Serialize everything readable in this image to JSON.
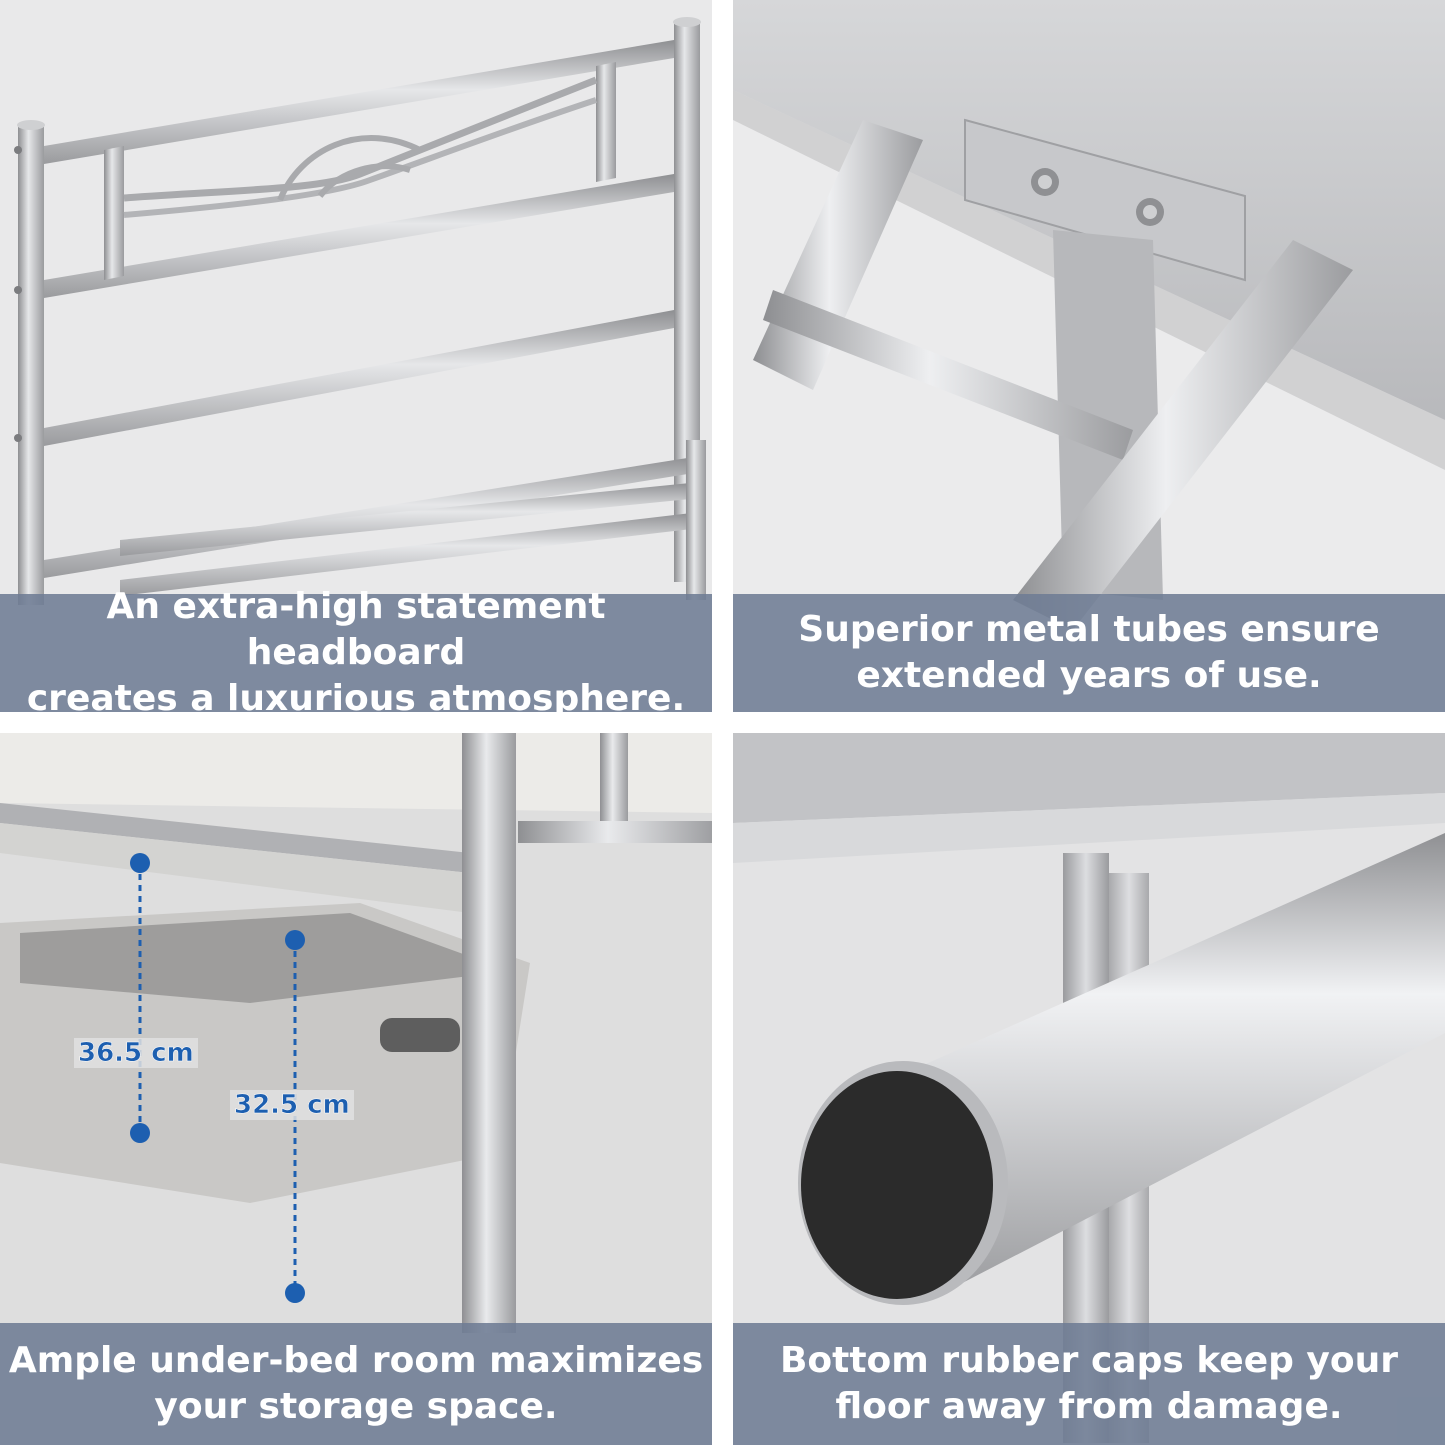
{
  "panels": [
    {
      "id": "headboard",
      "caption_line1": "An extra-high statement headboard",
      "caption_line2": "creates a luxurious atmosphere."
    },
    {
      "id": "metal-tubes",
      "caption_line1": "Superior metal tubes ensure",
      "caption_line2": "extended years of use."
    },
    {
      "id": "under-bed",
      "caption_line1": "Ample under-bed room maximizes",
      "caption_line2": "your storage space.",
      "dimensions": {
        "outer": "36.5 cm",
        "inner": "32.5 cm"
      }
    },
    {
      "id": "rubber-caps",
      "caption_line1": "Bottom rubber caps keep your",
      "caption_line2": "floor away from damage."
    }
  ],
  "colors": {
    "caption_bg": "#6e7c94",
    "caption_text": "#ffffff",
    "metal": "#b8b9bc",
    "dimension_blue": "#1d5fb0",
    "rubber_cap": "#2b2b2b"
  }
}
